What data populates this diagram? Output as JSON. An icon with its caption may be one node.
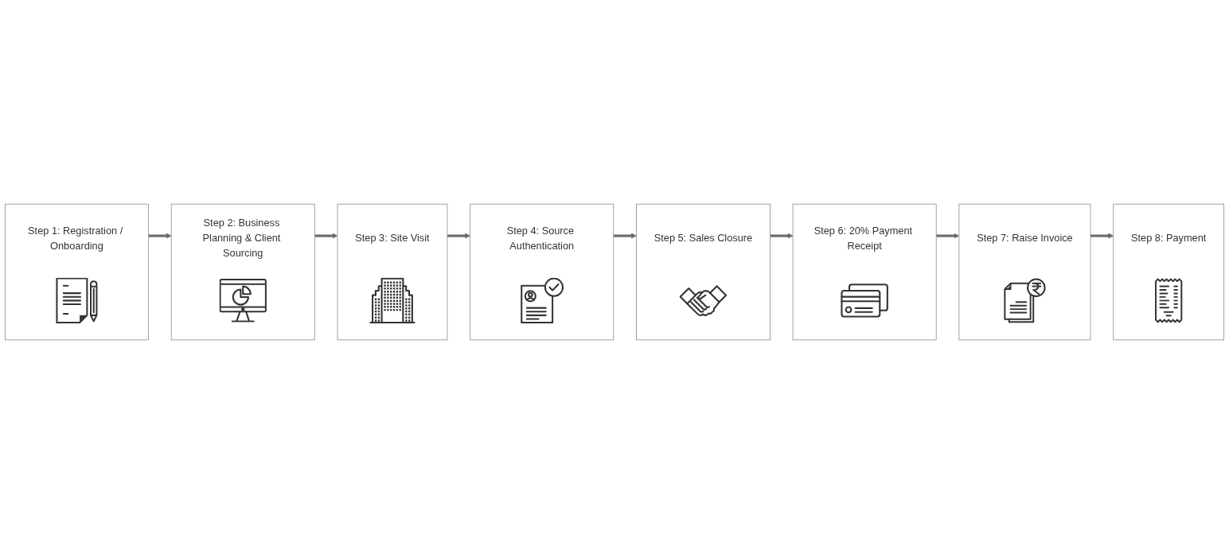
{
  "diagram": {
    "nodes": [
      {
        "text": [
          "Step 1: Registration / Onboarding"
        ]
      },
      {
        "text": [
          "Step 2: Business Planning & Client Sourcing"
        ]
      },
      {
        "text": [
          "Step 3: Site Visit"
        ]
      },
      {
        "text": [
          "Step 4: Source Authentication"
        ]
      },
      {
        "text": [
          "Step 5: Sales Closure"
        ]
      },
      {
        "text": [
          "Step 6: 20% Payment Receipt"
        ]
      },
      {
        "text": [
          "Step 7: Raise Invoice"
        ]
      },
      {
        "text": [
          "Step 8: Payment"
        ]
      }
    ],
    "edges": [
      {
        "from": 0,
        "to": 1,
        "arrow": "to"
      },
      {
        "from": 1,
        "to": 2,
        "arrow": "to"
      },
      {
        "from": 2,
        "to": 3,
        "arrow": "to"
      },
      {
        "from": 3,
        "to": 4,
        "arrow": "to"
      },
      {
        "from": 4,
        "to": 5,
        "arrow": "to"
      },
      {
        "from": 5,
        "to": 6,
        "arrow": "to"
      },
      {
        "from": 6,
        "to": 7,
        "arrow": "to"
      }
    ]
  }
}
